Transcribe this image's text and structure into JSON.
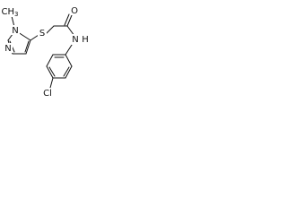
{
  "structure": {
    "atoms": {
      "methyl": "CH",
      "methyl_subscript": "3",
      "imidazole_n": "N",
      "imidazole_n2": "N",
      "sulfur": "S",
      "oxygen": "O",
      "amide_n": "N",
      "amide_h": "H",
      "chlorine": "Cl"
    }
  }
}
